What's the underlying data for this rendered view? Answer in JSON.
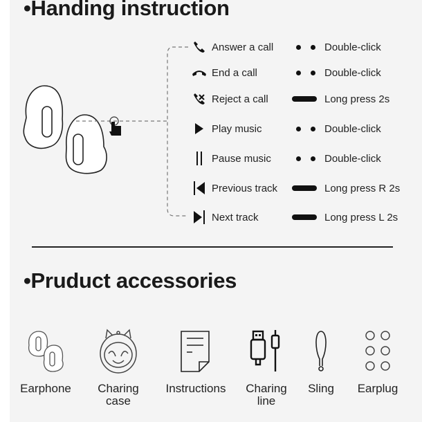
{
  "handling": {
    "title": "•Handing instruction",
    "rows": [
      {
        "icon": "phone-answer-icon",
        "label": "Answer a call",
        "indicator": "double",
        "action": "Double-click"
      },
      {
        "icon": "phone-hangup-icon",
        "label": "End a call",
        "indicator": "double",
        "action": "Double-click"
      },
      {
        "icon": "phone-reject-icon",
        "label": "Reject a call",
        "indicator": "long",
        "action": "Long press 2s"
      },
      {
        "icon": "play-icon",
        "label": "Play music",
        "indicator": "double",
        "action": "Double-click"
      },
      {
        "icon": "pause-icon",
        "label": "Pause music",
        "indicator": "double",
        "action": "Double-click"
      },
      {
        "icon": "previous-track-icon",
        "label": "Previous track",
        "indicator": "long",
        "action": "Long press R 2s"
      },
      {
        "icon": "next-track-icon",
        "label": "Next track",
        "indicator": "long",
        "action": "Long press L 2s"
      }
    ]
  },
  "accessories": {
    "title": "•Pruduct accessories",
    "items": [
      {
        "icon": "earphone-icon",
        "label1": "Earphone",
        "label2": ""
      },
      {
        "icon": "charging-case-icon",
        "label1": "Charing",
        "label2": "case"
      },
      {
        "icon": "instructions-icon",
        "label1": "Instructions",
        "label2": ""
      },
      {
        "icon": "charging-cable-icon",
        "label1": "Charing",
        "label2": "line"
      },
      {
        "icon": "sling-icon",
        "label1": "Sling",
        "label2": ""
      },
      {
        "icon": "earplug-icon",
        "label1": "Earplug",
        "label2": ""
      }
    ]
  }
}
